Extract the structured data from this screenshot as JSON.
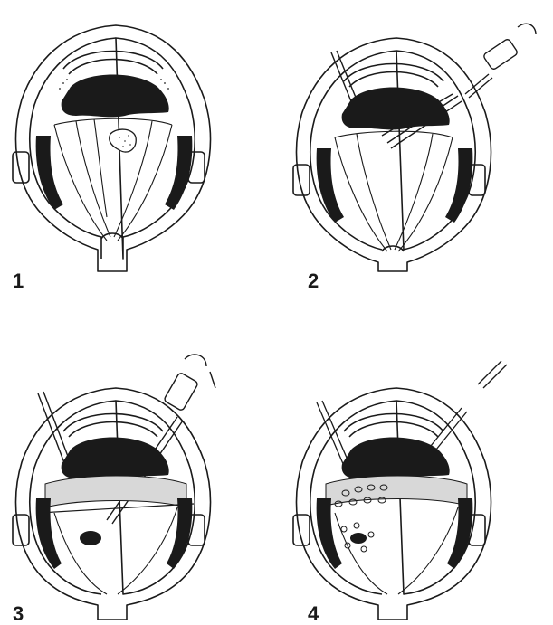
{
  "panels": [
    {
      "id": "1",
      "label": "1",
      "stage": "detached-retina-with-tear"
    },
    {
      "id": "2",
      "label": "2",
      "stage": "vitrectomy-with-cutter-and-light-pipe"
    },
    {
      "id": "3",
      "label": "3",
      "stage": "heavy-liquid-fill-with-drainage"
    },
    {
      "id": "4",
      "label": "4",
      "stage": "retina-reattached-with-laser-spots"
    }
  ],
  "colors": {
    "ink": "#1a1a1a",
    "background": "#ffffff",
    "stipple": "#555555"
  }
}
